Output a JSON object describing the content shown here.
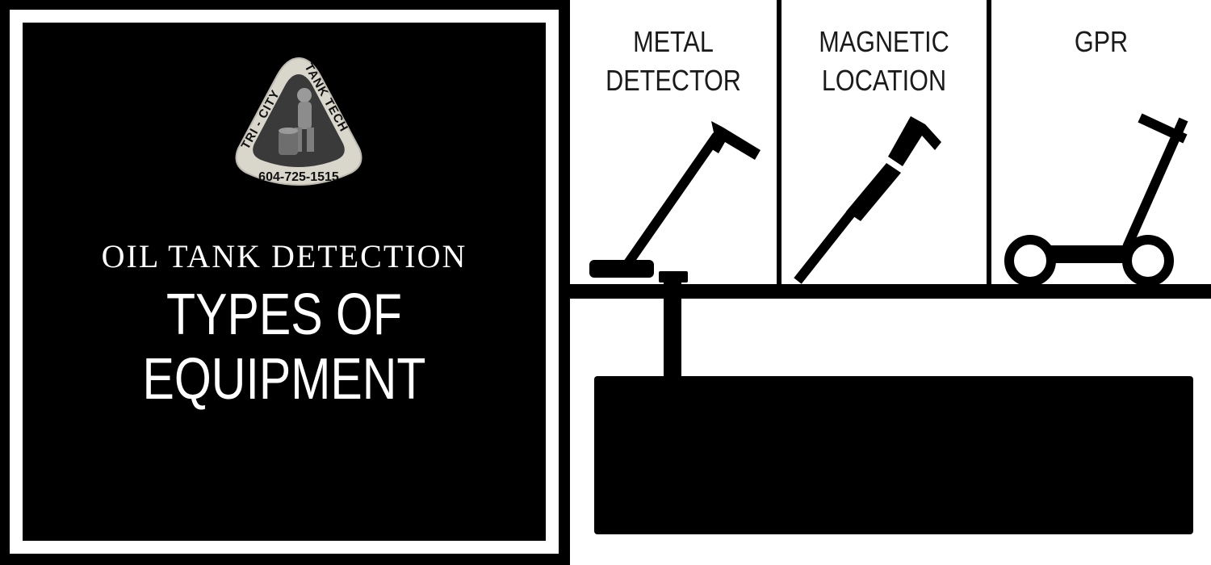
{
  "brand": {
    "logo_text_arc": "TRI - CITY TANK TECH",
    "logo_phone": "604-725-1515"
  },
  "heading": {
    "subtitle": "OIL TANK  DETECTION",
    "title": "TYPES OF EQUIPMENT"
  },
  "equipment": [
    {
      "label": "METAL\nDETECTOR",
      "icon": "metal-detector-icon"
    },
    {
      "label": "MAGNETIC\nLOCATION",
      "icon": "magnetic-locator-icon"
    },
    {
      "label": "GPR",
      "icon": "gpr-cart-icon"
    }
  ],
  "colors": {
    "background": "#000000",
    "panel": "#ffffff",
    "logo_fill": "#3a3a3a",
    "logo_border": "#d9d6cc"
  }
}
